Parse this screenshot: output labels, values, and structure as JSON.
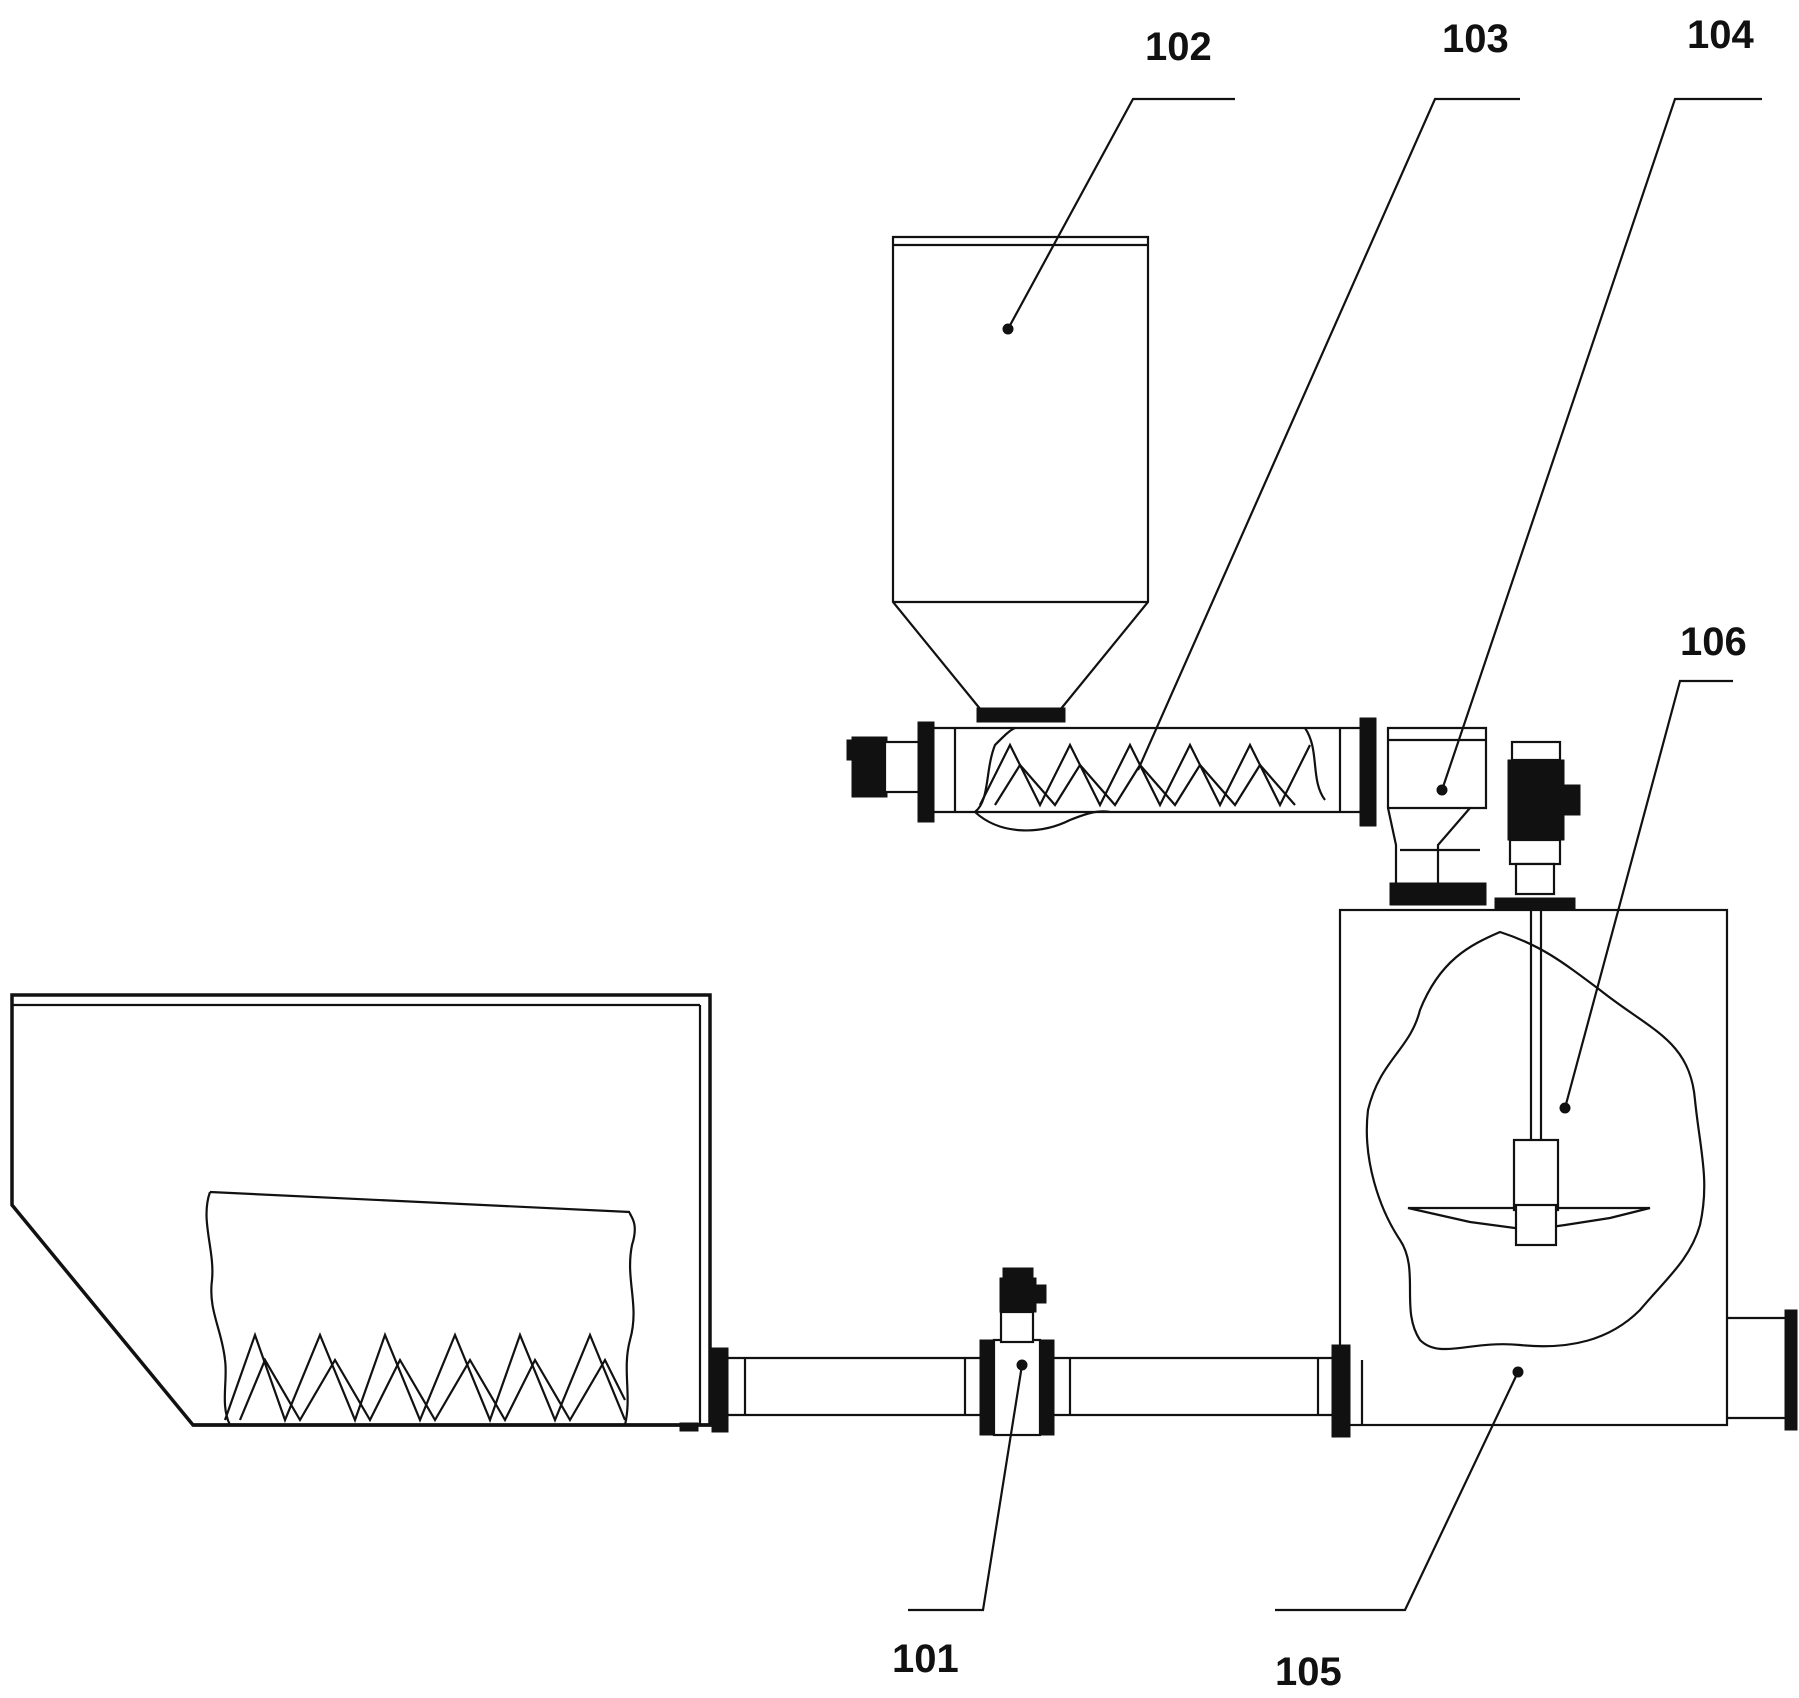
{
  "labels": {
    "l101": "101",
    "l102": "102",
    "l103": "103",
    "l104": "104",
    "l105": "105",
    "l106": "106"
  },
  "colors": {
    "line": "#111111",
    "background": "#ffffff"
  }
}
